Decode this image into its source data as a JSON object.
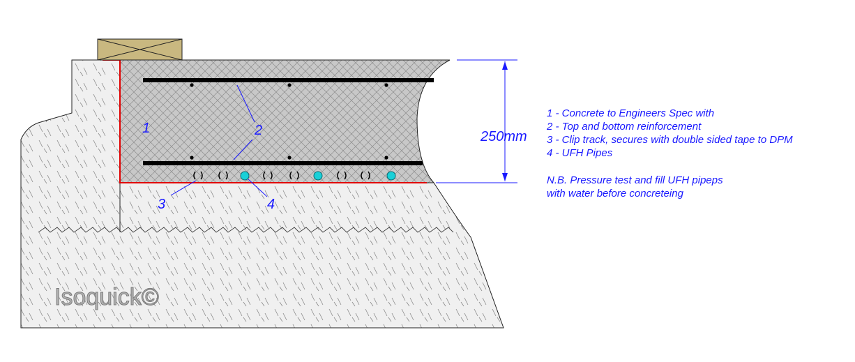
{
  "diagram": {
    "callouts": {
      "c1": "1",
      "c2": "2",
      "c3": "3",
      "c4": "4"
    },
    "dimension": {
      "label": "250mm"
    },
    "legend": {
      "items": [
        "1 - Concrete to Engineers Spec with",
        "2 - Top and bottom reinforcement",
        "3 - Clip track, secures with double sided tape to DPM",
        "4 - UFH Pipes"
      ],
      "note_lines": [
        "N.B. Pressure test and fill UFH pipeps",
        "with water before concreteing"
      ]
    },
    "watermark": "Isoquick©",
    "colors": {
      "annotation": "#1a1aff",
      "dpm_line": "#e00000",
      "concrete_fill": "#c8c8c8",
      "insulation_fill": "#f0f0f0",
      "timber_fill": "#c9b880",
      "pipe_fill": "#19d0d8",
      "rebar": "#000000"
    }
  }
}
